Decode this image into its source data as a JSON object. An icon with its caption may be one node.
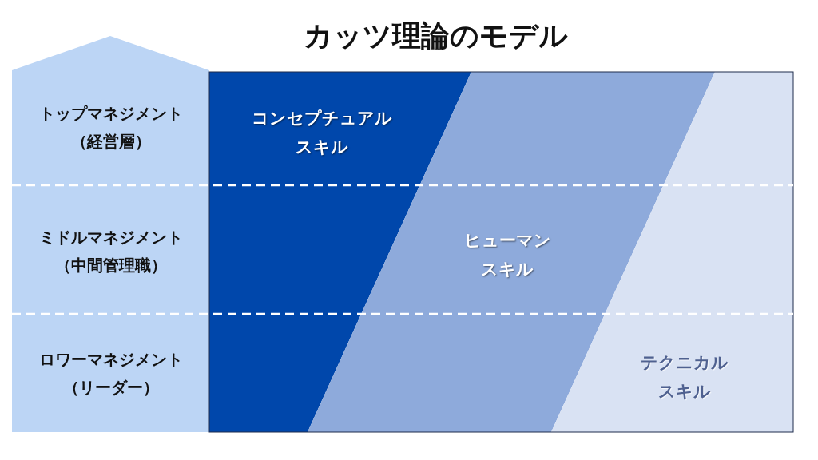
{
  "diagram": {
    "title": "カッツ理論のモデル",
    "nodes": [
      {
        "text": [
          "トップマネジメント（経営層）"
        ]
      },
      {
        "text": [
          "ミドルマネジメント（中間管理職）"
        ]
      },
      {
        "text": [
          "ロワーマネジメント（リーダー）"
        ]
      },
      {
        "text": [
          "コンセプチュアルスキル"
        ]
      },
      {
        "text": [
          "ヒューマンスキル"
        ]
      },
      {
        "text": [
          "テクニカルスキル"
        ]
      }
    ],
    "edges": []
  }
}
